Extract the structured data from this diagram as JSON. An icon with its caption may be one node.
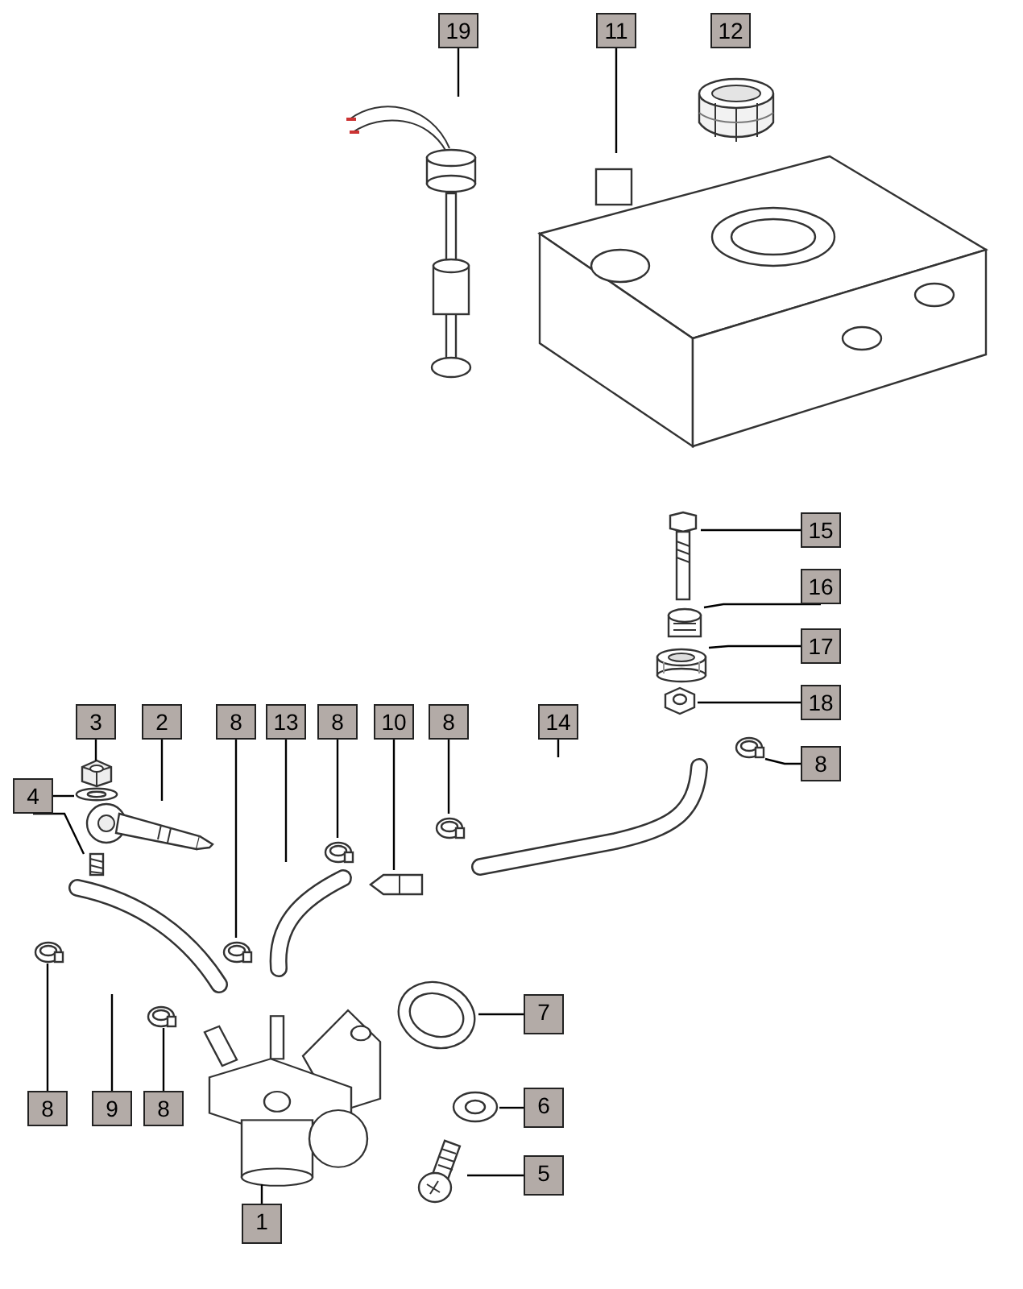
{
  "diagram": {
    "nodes": [
      {
        "text": [
          "19"
        ]
      },
      {
        "text": [],
        "shape": "picture"
      },
      {
        "text": [
          "11"
        ]
      },
      {
        "text": [],
        "shape": "picture"
      },
      {
        "text": [
          "12"
        ]
      },
      {
        "text": [],
        "shape": "picture"
      },
      {
        "text": [
          "15"
        ]
      },
      {
        "text": [],
        "shape": "picture"
      },
      {
        "text": [
          "16"
        ]
      },
      {
        "text": [],
        "shape": "picture"
      },
      {
        "text": [
          "17"
        ]
      },
      {
        "text": [],
        "shape": "picture"
      },
      {
        "text": [
          "18"
        ]
      },
      {
        "text": [],
        "shape": "picture"
      },
      {
        "text": [
          "3"
        ]
      },
      {
        "text": [],
        "shape": "picture"
      },
      {
        "text": [
          "2"
        ]
      },
      {
        "text": [],
        "shape": "picture"
      },
      {
        "text": [
          "8"
        ]
      },
      {
        "text": [],
        "shape": "picture"
      },
      {
        "text": [
          "13"
        ]
      },
      {
        "text": [],
        "shape": "picture"
      },
      {
        "text": [
          "8"
        ]
      },
      {
        "text": [],
        "shape": "picture"
      },
      {
        "text": [
          "10"
        ]
      },
      {
        "text": [],
        "shape": "picture"
      },
      {
        "text": [
          "8"
        ]
      },
      {
        "text": [],
        "shape": "picture"
      },
      {
        "text": [
          "14"
        ]
      },
      {
        "text": [],
        "shape": "picture"
      },
      {
        "text": [
          "8"
        ]
      },
      {
        "text": [],
        "shape": "picture"
      },
      {
        "text": [
          "4"
        ]
      },
      {
        "text": [],
        "shape": "picture"
      },
      {
        "text": [],
        "shape": "picture"
      },
      {
        "text": [
          "7"
        ]
      },
      {
        "text": [],
        "shape": "picture"
      },
      {
        "text": [
          "6"
        ]
      },
      {
        "text": [],
        "shape": "picture"
      },
      {
        "text": [
          "5"
        ]
      },
      {
        "text": [],
        "shape": "picture"
      },
      {
        "text": [
          "8"
        ]
      },
      {
        "text": [],
        "shape": "picture"
      },
      {
        "text": [
          "9"
        ]
      },
      {
        "text": [],
        "shape": "picture"
      },
      {
        "text": [
          "8"
        ]
      },
      {
        "text": [],
        "shape": "picture"
      },
      {
        "text": [
          "1"
        ]
      },
      {
        "text": [],
        "shape": "picture"
      }
    ],
    "edges": [
      {
        "from": 0,
        "to": 1,
        "arrow": "none"
      },
      {
        "from": 2,
        "to": 3,
        "arrow": "none"
      },
      {
        "from": 6,
        "to": 7,
        "arrow": "none"
      },
      {
        "from": 8,
        "to": 9,
        "arrow": "none"
      },
      {
        "from": 10,
        "to": 11,
        "arrow": "none"
      },
      {
        "from": 12,
        "to": 13,
        "arrow": "none"
      },
      {
        "from": 14,
        "to": 15,
        "arrow": "none"
      },
      {
        "from": 16,
        "to": 17,
        "arrow": "none"
      },
      {
        "from": 18,
        "to": 19,
        "arrow": "none"
      },
      {
        "from": 20,
        "to": 21,
        "arrow": "none"
      },
      {
        "from": 22,
        "to": 23,
        "arrow": "none"
      },
      {
        "from": 24,
        "to": 25,
        "arrow": "none"
      },
      {
        "from": 26,
        "to": 27,
        "arrow": "none"
      },
      {
        "from": 28,
        "to": 29,
        "arrow": "none"
      },
      {
        "from": 30,
        "to": 31,
        "arrow": "none"
      },
      {
        "from": 32,
        "to": 33,
        "arrow": "none"
      },
      {
        "from": 32,
        "to": 34,
        "arrow": "none"
      },
      {
        "from": 35,
        "to": 36,
        "arrow": "none"
      },
      {
        "from": 37,
        "to": 38,
        "arrow": "none"
      },
      {
        "from": 39,
        "to": 40,
        "arrow": "none"
      },
      {
        "from": 41,
        "to": 42,
        "arrow": "none"
      },
      {
        "from": 43,
        "to": 44,
        "arrow": "none"
      },
      {
        "from": 45,
        "to": 46,
        "arrow": "none"
      },
      {
        "from": 47,
        "to": 48,
        "arrow": "none"
      }
    ]
  }
}
